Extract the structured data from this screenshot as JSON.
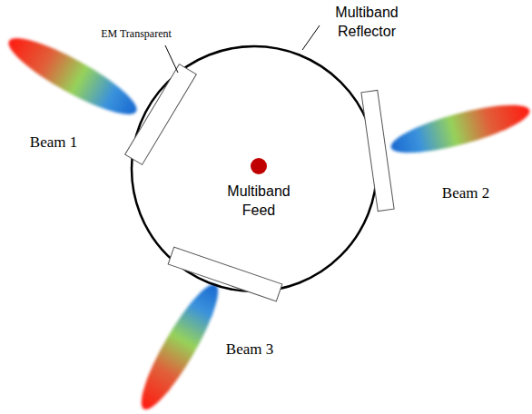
{
  "diagram": {
    "labels": [
      "EM Transparent",
      "Multiband Reflector",
      "Multiband Feed",
      "Beam 1",
      "Beam 2",
      "Beam 3"
    ]
  }
}
